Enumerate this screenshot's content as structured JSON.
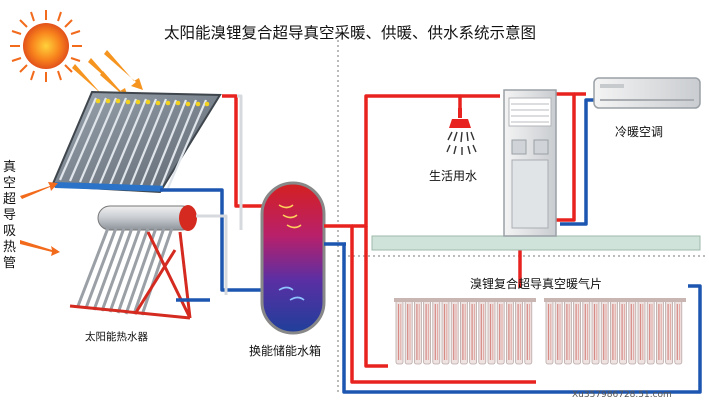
{
  "title": "太阳能溴锂复合超导真空采暖、供暖、供水系统示意图",
  "labels": {
    "collector_tube": [
      "真",
      "空",
      "超",
      "导",
      "吸",
      "热",
      "管"
    ],
    "solar_heater": "太阳能热水器",
    "storage_tank": "换能储能水箱",
    "domestic_water": "生活用水",
    "air_conditioner": "冷暖空调",
    "radiator": "溴锂复合超导真空暖气片"
  },
  "watermark": "Xu357986728.51.com",
  "colors": {
    "hot": "#e8231f",
    "cold": "#1d56b0",
    "sun": "#f26a1b",
    "floor": "#cfe3da"
  }
}
